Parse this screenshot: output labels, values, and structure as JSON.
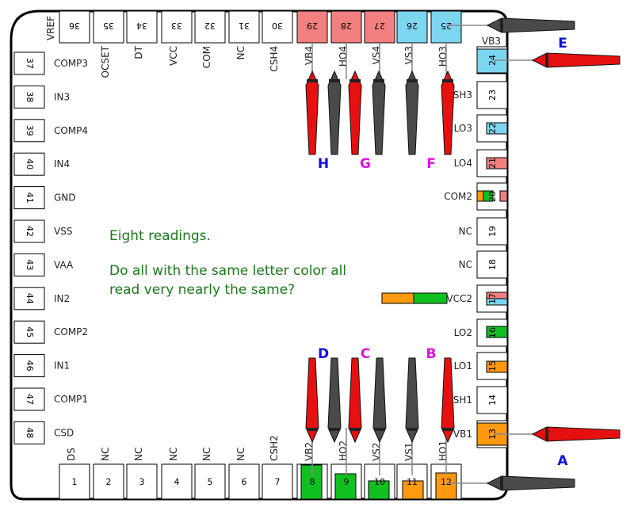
{
  "colors": {
    "board_stroke": "#000000",
    "red_probe": "#e61010",
    "black_probe": "#4a4a4a",
    "pink": "#f28080",
    "cyan": "#7dd6f0",
    "orange": "#ff9a10",
    "green": "#10c020",
    "blue_letter": "#1010e0",
    "magenta_letter": "#e010e0",
    "note_text": "#1a7a1a"
  },
  "note": {
    "line1": "Eight readings.",
    "line2": "Do all with the same letter color all read very nearly the same?"
  },
  "pins": {
    "left": [
      {
        "num": "37",
        "label": "COMP3"
      },
      {
        "num": "38",
        "label": "IN3"
      },
      {
        "num": "39",
        "label": "COMP4"
      },
      {
        "num": "40",
        "label": "IN4"
      },
      {
        "num": "41",
        "label": "GND"
      },
      {
        "num": "42",
        "label": "VSS"
      },
      {
        "num": "43",
        "label": "VAA"
      },
      {
        "num": "44",
        "label": "IN2"
      },
      {
        "num": "45",
        "label": "COMP2"
      },
      {
        "num": "46",
        "label": "IN1"
      },
      {
        "num": "47",
        "label": "COMP1"
      },
      {
        "num": "48",
        "label": "CSD"
      }
    ],
    "top": [
      {
        "num": "36",
        "label": "VREF",
        "fill": ""
      },
      {
        "num": "35",
        "label": "OCSET",
        "fill": ""
      },
      {
        "num": "34",
        "label": "DT",
        "fill": ""
      },
      {
        "num": "33",
        "label": "VCC",
        "fill": ""
      },
      {
        "num": "32",
        "label": "COM",
        "fill": ""
      },
      {
        "num": "31",
        "label": "NC",
        "fill": ""
      },
      {
        "num": "30",
        "label": "CSH4",
        "fill": ""
      },
      {
        "num": "29",
        "label": "VB4",
        "fill": "pink"
      },
      {
        "num": "28",
        "label": "HO4",
        "fill": "pink"
      },
      {
        "num": "27",
        "label": "VS4",
        "fill": "pink"
      },
      {
        "num": "26",
        "label": "VS3",
        "fill": "cyan"
      },
      {
        "num": "25",
        "label": "HO3",
        "fill": "cyan"
      }
    ],
    "right": [
      {
        "num": "24",
        "label": "VB3"
      },
      {
        "num": "23",
        "label": "VSH3"
      },
      {
        "num": "22",
        "label": "LO3"
      },
      {
        "num": "21",
        "label": "LO4"
      },
      {
        "num": "20",
        "label": "COM2"
      },
      {
        "num": "19",
        "label": "NC"
      },
      {
        "num": "18",
        "label": "NC"
      },
      {
        "num": "17",
        "label": "VCC2"
      },
      {
        "num": "16",
        "label": "LO2"
      },
      {
        "num": "15",
        "label": "LO1"
      },
      {
        "num": "14",
        "label": "CSH1"
      },
      {
        "num": "13",
        "label": "VB1"
      }
    ],
    "bottom": [
      {
        "num": "1",
        "label": "DS"
      },
      {
        "num": "2",
        "label": "NC"
      },
      {
        "num": "3",
        "label": "NC"
      },
      {
        "num": "4",
        "label": "NC"
      },
      {
        "num": "5",
        "label": "NC"
      },
      {
        "num": "6",
        "label": "NC"
      },
      {
        "num": "7",
        "label": "CSH2"
      },
      {
        "num": "8",
        "label": "VB2"
      },
      {
        "num": "9",
        "label": "HO2"
      },
      {
        "num": "10",
        "label": "VS2"
      },
      {
        "num": "11",
        "label": "VS1"
      },
      {
        "num": "12",
        "label": "HO1"
      }
    ]
  },
  "probe_letters": [
    {
      "letter": "H",
      "color": "blue_letter"
    },
    {
      "letter": "G",
      "color": "magenta_letter"
    },
    {
      "letter": "F",
      "color": "magenta_letter"
    },
    {
      "letter": "E",
      "color": "blue_letter"
    },
    {
      "letter": "D",
      "color": "blue_letter"
    },
    {
      "letter": "C",
      "color": "magenta_letter"
    },
    {
      "letter": "B",
      "color": "magenta_letter"
    },
    {
      "letter": "A",
      "color": "blue_letter"
    }
  ]
}
